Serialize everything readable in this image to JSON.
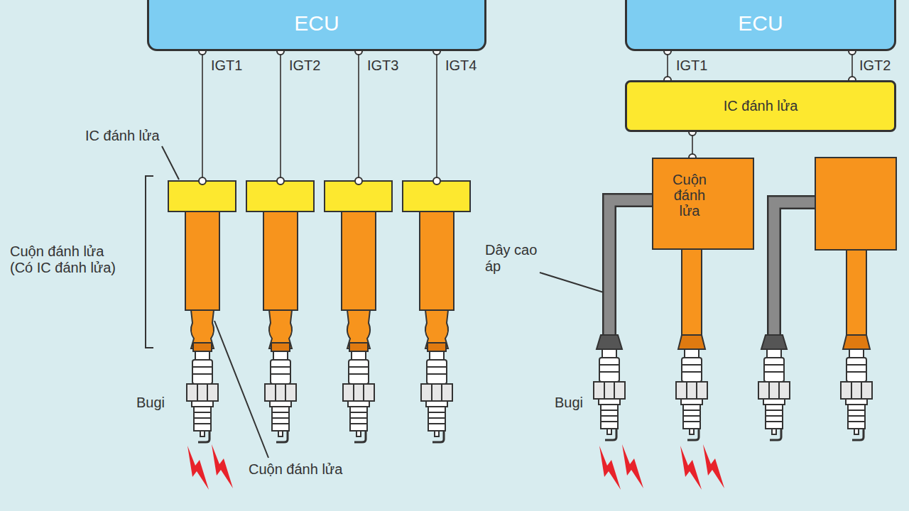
{
  "diagram": {
    "nodes": [
      {
        "text": [
          "ECU"
        ]
      },
      {
        "text": [
          "ECU"
        ]
      },
      {
        "text": [
          "IC đánh lửa"
        ]
      },
      {
        "text": [
          "Cuộn đánh lửa"
        ]
      }
    ],
    "edges": [
      {
        "from": 1,
        "to": 2,
        "arrow": "none",
        "label": "IGT1"
      },
      {
        "from": 1,
        "to": 2,
        "arrow": "none",
        "label": "IGT2"
      },
      {
        "from": 2,
        "to": 3,
        "arrow": "none"
      }
    ],
    "labels": [
      "IGT1",
      "IGT2",
      "IGT3",
      "IGT4",
      "IC đánh lửa",
      "Cuộn đánh lửa (Có IC đánh lửa)",
      "Bugi",
      "Cuộn đánh lửa",
      "Dây cao áp",
      "Bugi"
    ]
  }
}
